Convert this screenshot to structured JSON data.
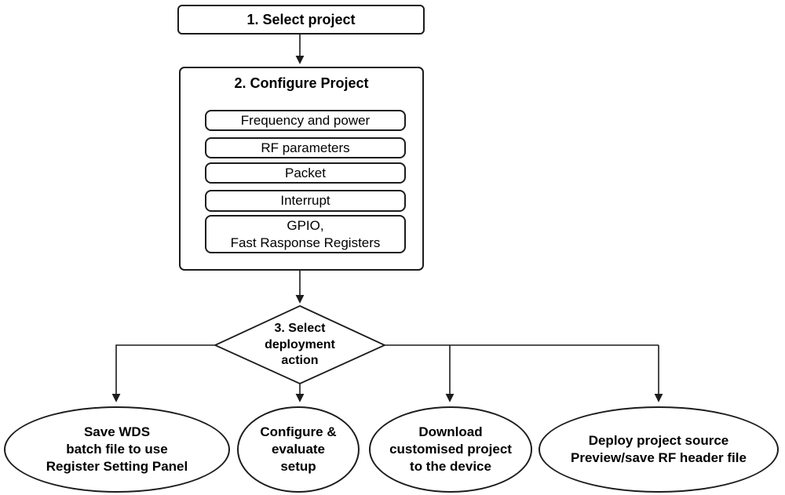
{
  "flowchart": {
    "step1": {
      "label": "1. Select project"
    },
    "step2": {
      "title": "2. Configure Project",
      "items": [
        {
          "label": "Frequency and power"
        },
        {
          "label": "RF parameters"
        },
        {
          "label": "Packet"
        },
        {
          "label": "Interrupt"
        },
        {
          "label": "GPIO,\nFast Rasponse Registers"
        }
      ]
    },
    "step3": {
      "label": "3. Select\ndeployment\naction"
    },
    "actions": [
      {
        "label": "Save WDS\nbatch file to use\nRegister Setting Panel"
      },
      {
        "label": "Configure &\nevaluate\nsetup"
      },
      {
        "label": "Download\ncustomised project\nto the device"
      },
      {
        "label": "Deploy project source\nPreview/save RF header file"
      }
    ],
    "colors": {
      "line": "#1c1c1c",
      "background": "#ffffff",
      "text": "#000000"
    }
  }
}
